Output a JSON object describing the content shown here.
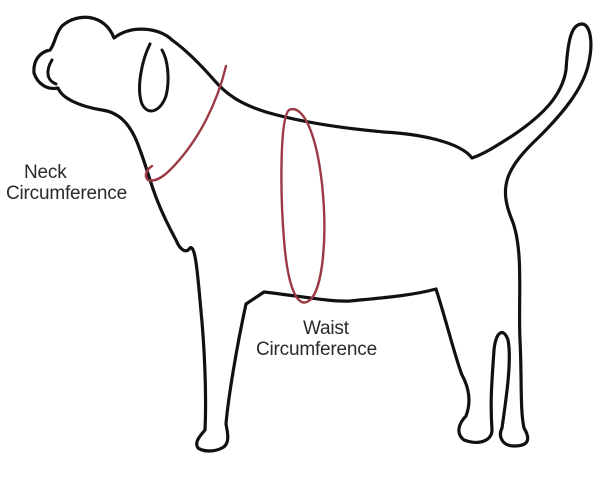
{
  "labels": {
    "neck": [
      "Neck",
      "Circumference"
    ],
    "waist": [
      "Waist",
      "Circumference"
    ]
  },
  "colors": {
    "outline": "#111111",
    "measure": "#9b3a45",
    "text": "#2a2a2a",
    "background": "#ffffff"
  }
}
